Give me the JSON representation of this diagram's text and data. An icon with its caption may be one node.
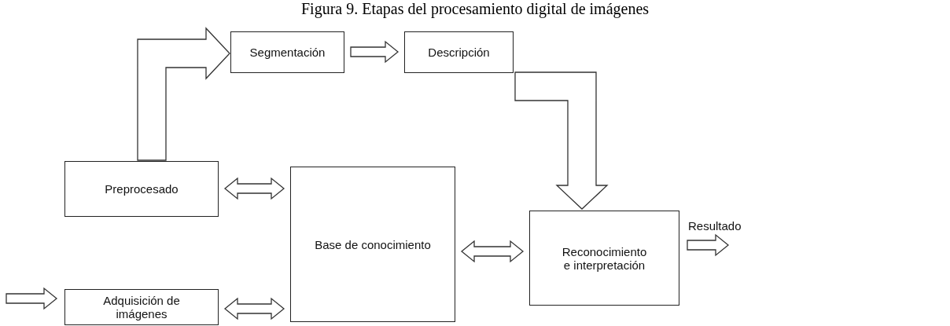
{
  "diagram": {
    "title": "Figura 9. Etapas del procesamiento digital de imágenes",
    "nodes": [
      {
        "text": [
          "Segmentación"
        ]
      },
      {
        "text": [
          "Descripción"
        ]
      },
      {
        "text": [
          "Preprocesado"
        ]
      },
      {
        "text": [
          "Base de conocimiento"
        ]
      },
      {
        "text": [
          "Reconocimiento e interpretación"
        ]
      },
      {
        "text": [
          "Adquisición de imágenes"
        ]
      }
    ],
    "edges": [
      {
        "from": 2,
        "to": 0,
        "arrow": "to",
        "style": "thick"
      },
      {
        "from": 0,
        "to": 1,
        "arrow": "to"
      },
      {
        "from": 1,
        "to": 4,
        "arrow": "to",
        "style": "thick"
      },
      {
        "from": 2,
        "to": 3,
        "arrow": "both"
      },
      {
        "from": 5,
        "to": 3,
        "arrow": "both"
      },
      {
        "from": 3,
        "to": 4,
        "arrow": "both"
      },
      {
        "from": null,
        "to": 5,
        "arrow": "to"
      },
      {
        "from": 4,
        "to": null,
        "arrow": "to",
        "label": "Resultado"
      }
    ]
  }
}
